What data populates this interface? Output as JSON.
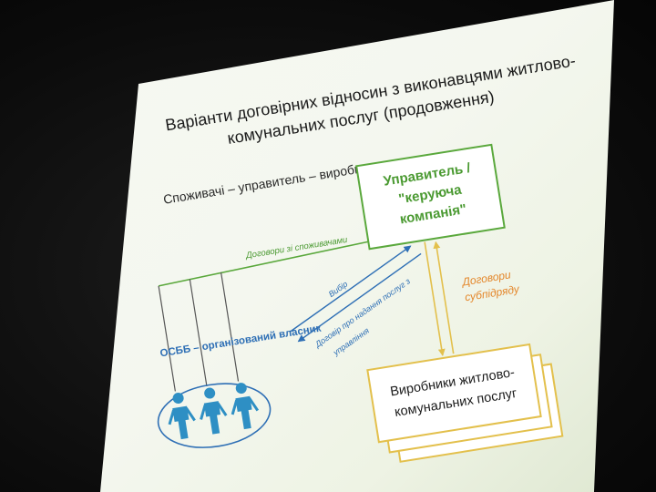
{
  "slide": {
    "title_line1": "Варіанти договірних відносин з виконавцями житлово-",
    "title_line2": "комунальних послуг (продовження)",
    "subtitle": "Споживачі – управитель – виробники послуг",
    "manager_box": {
      "line1": "Управитель /",
      "line2": "\"керуюча",
      "line3": "компанія\""
    },
    "arrow_labels": {
      "consumer_contracts": "Договори зі споживачами",
      "choice": "Вибір",
      "service_contract_line1": "Договір про надання послуг з",
      "service_contract_line2": "управління",
      "subcontracts_line1": "Договори",
      "subcontracts_line2": "субпідряду"
    },
    "owner_label": "ОСББ – організований власник",
    "producers_box": {
      "line1": "Виробники житлово-",
      "line2": "комунальних послуг"
    },
    "colors": {
      "green": "#5aa83c",
      "blue": "#2e6fb5",
      "orange": "#e4872b",
      "yellow": "#e3c04c",
      "person": "#2e8fc4"
    }
  }
}
